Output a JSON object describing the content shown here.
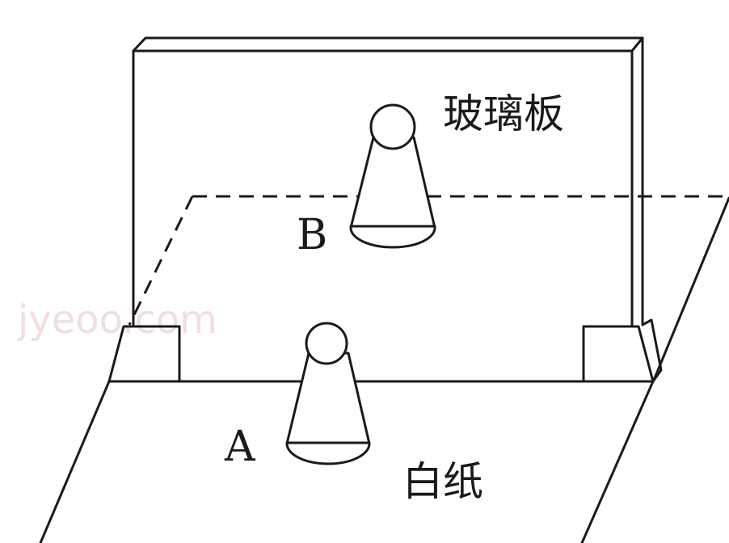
{
  "labels": {
    "glass_plate": "玻璃板",
    "white_paper": "白纸",
    "candle_a": "A",
    "candle_b": "B"
  },
  "watermark": "jyeoo.com"
}
